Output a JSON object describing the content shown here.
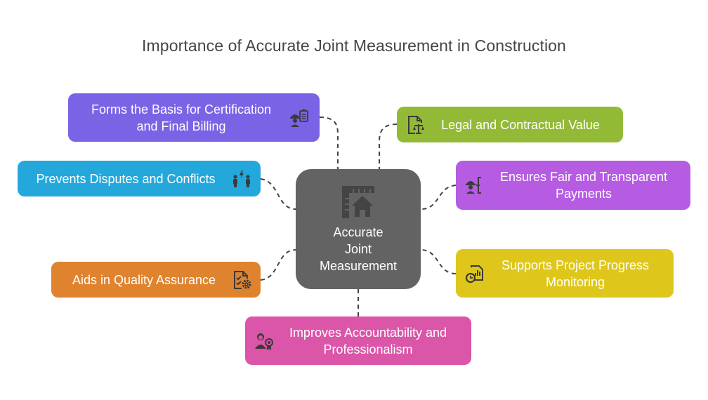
{
  "title": "Importance of Accurate Joint Measurement in Construction",
  "center": {
    "label_lines": [
      "Accurate",
      "Joint",
      "Measurement"
    ],
    "icon": "ruler-house-icon",
    "color": "#636363"
  },
  "nodes": [
    {
      "id": "certification",
      "lines": [
        "Forms the Basis for Certification",
        "and Final Billing"
      ],
      "icon": "worker-clipboard-icon",
      "color": "#7B63E6"
    },
    {
      "id": "legal",
      "lines": [
        "Legal and Contractual Value"
      ],
      "icon": "document-scales-icon",
      "color": "#93BA37"
    },
    {
      "id": "disputes",
      "lines": [
        "Prevents Disputes and Conflicts"
      ],
      "icon": "people-conflict-icon",
      "color": "#24A8DB"
    },
    {
      "id": "payments",
      "lines": [
        "Ensures Fair and Transparent",
        "Payments"
      ],
      "icon": "worker-payment-icon",
      "color": "#B55CE3"
    },
    {
      "id": "quality",
      "lines": [
        "Aids in Quality Assurance"
      ],
      "icon": "checklist-gear-icon",
      "color": "#E0832E"
    },
    {
      "id": "progress",
      "lines": [
        "Supports Project Progress",
        "Monitoring"
      ],
      "icon": "report-clock-icon",
      "color": "#DEC71A"
    },
    {
      "id": "accountability",
      "lines": [
        "Improves Accountability and",
        "Professionalism"
      ],
      "icon": "person-award-icon",
      "color": "#DB55A8"
    }
  ]
}
